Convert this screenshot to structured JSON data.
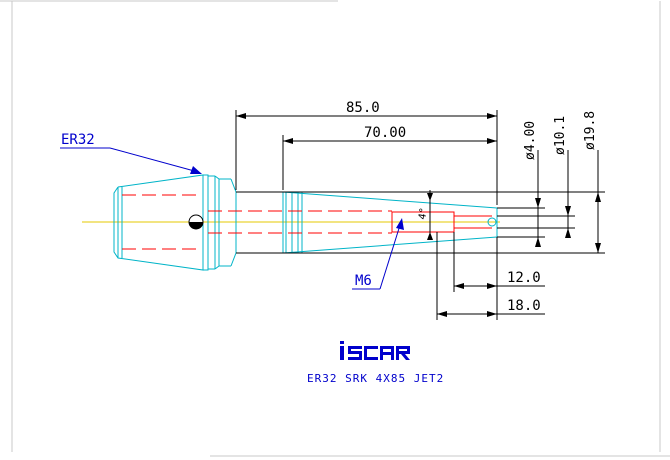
{
  "dimensions": {
    "overall_length": "85.0",
    "shank_length": "70.00",
    "dia_small": "ø4.00",
    "dia_mid": "ø10.1",
    "dia_large": "ø19.8",
    "len_12": "12.0",
    "len_18": "18.0",
    "angle": "4°"
  },
  "labels": {
    "collet": "ER32",
    "thread": "M6"
  },
  "logo": "iscar",
  "caption": "ER32 SRK 4X85 JET2",
  "colors": {
    "outline": "#00b4c8",
    "hidden": "#ff0000",
    "centerline": "#e6c800",
    "dimension": "#000000",
    "leader": "#0000cc",
    "frame": "#c8c8c8"
  }
}
